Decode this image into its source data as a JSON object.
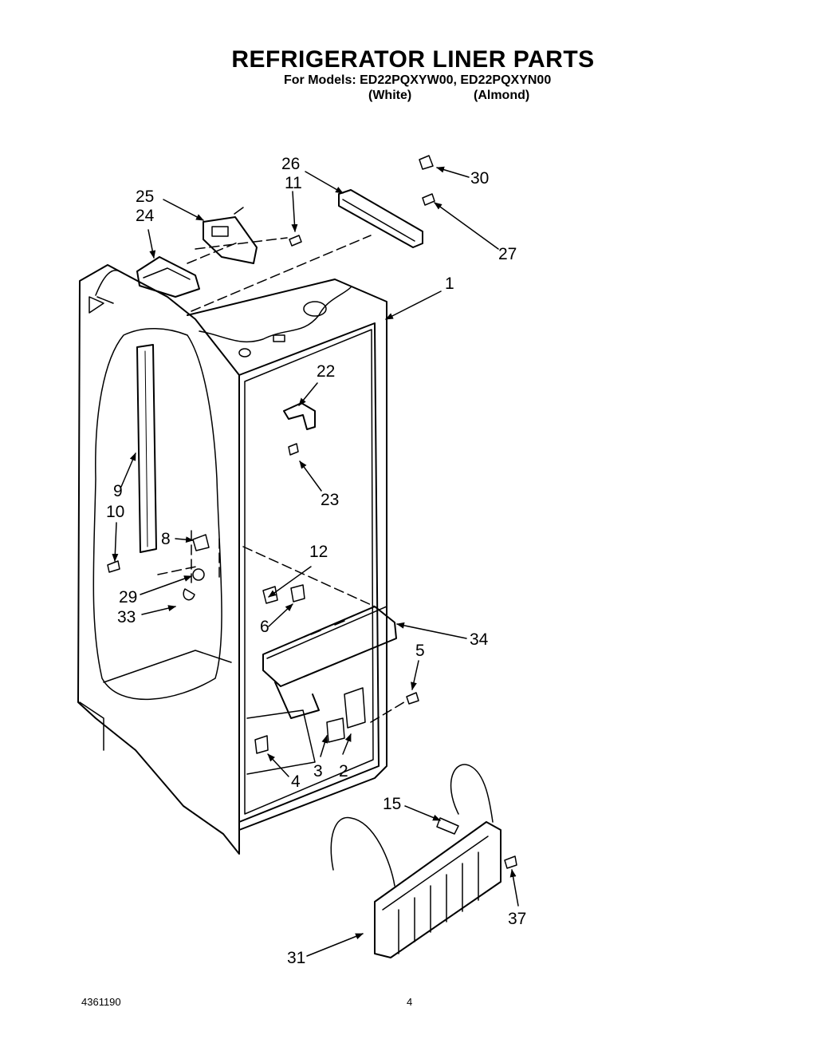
{
  "header": {
    "title": "REFRIGERATOR LINER PARTS",
    "models_line": "For Models: ED22PQXYW00, ED22PQXYN00",
    "variants": [
      "(White)",
      "(Almond)"
    ]
  },
  "callouts": {
    "c1": "1",
    "c2": "2",
    "c3": "3",
    "c4": "4",
    "c5": "5",
    "c6": "6",
    "c8": "8",
    "c9": "9",
    "c10": "10",
    "c11": "11",
    "c12": "12",
    "c15": "15",
    "c22": "22",
    "c23": "23",
    "c24": "24",
    "c25": "25",
    "c26": "26",
    "c27": "27",
    "c29": "29",
    "c30": "30",
    "c31": "31",
    "c33": "33",
    "c34": "34",
    "c37": "37"
  },
  "footer": {
    "doc_number": "4361190",
    "page_number": "4"
  }
}
